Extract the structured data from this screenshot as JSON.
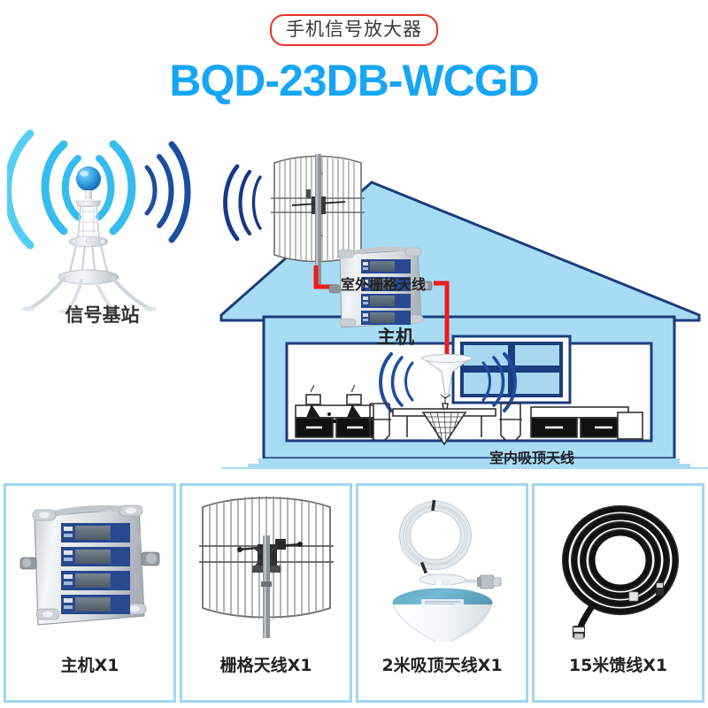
{
  "header": {
    "badge_text": "手机信号放大器",
    "badge_border_color": "#e8342a",
    "title": "BQD-23DB-WCGD",
    "title_color": "#16a6f5"
  },
  "diagram": {
    "tower_label": "信号基站",
    "outdoor_antenna_label": "室外栅格天线",
    "host_label": "主机",
    "indoor_antenna_label": "室内吸顶天线",
    "colors": {
      "house_fill": "#a8dcf5",
      "house_stroke": "#1a3d7c",
      "cable": "#ee1c1c",
      "wave_light": "#29b6e8",
      "wave_dark": "#17418f",
      "window_pane": "#a8d8f0"
    }
  },
  "products": [
    {
      "caption": "主机X1",
      "icon": "booster-host-icon"
    },
    {
      "caption": "栅格天线X1",
      "icon": "grid-antenna-icon"
    },
    {
      "caption": "2米吸顶天线X1",
      "icon": "ceiling-antenna-icon"
    },
    {
      "caption": "15米馈线X1",
      "icon": "feeder-cable-icon"
    }
  ],
  "product_border_color": "#9fd8f2"
}
